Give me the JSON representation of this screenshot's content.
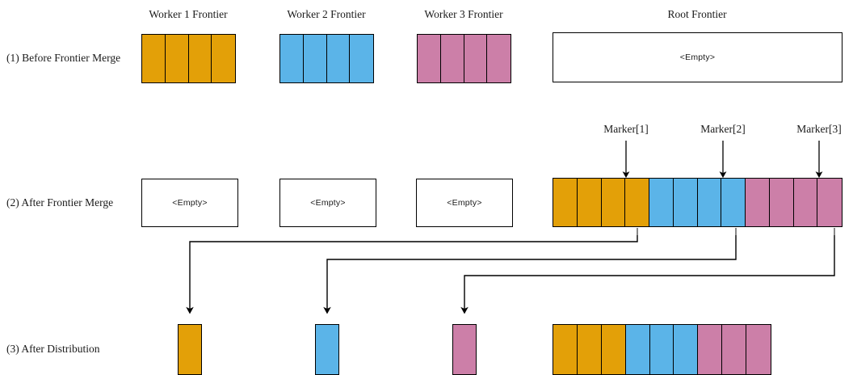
{
  "diagram": {
    "title_row_labels": [
      "(1) Before Frontier Merge",
      "(2) After Frontier Merge",
      "(3) After Distribution"
    ],
    "column_titles": [
      "Worker 1 Frontier",
      "Worker 2 Frontier",
      "Worker 3 Frontier",
      "Root Frontier"
    ],
    "empty_label": "<Empty>",
    "markers": [
      {
        "label": "Marker[1]"
      },
      {
        "label": "Marker[2]"
      },
      {
        "label": "Marker[3]"
      }
    ],
    "colors": {
      "orange": "#E3A008",
      "blue": "#5BB4E8",
      "pink": "#CC7FA8",
      "stroke": "#000000",
      "background": "#FFFFFF"
    },
    "row1": {
      "worker1_cells": 4,
      "worker1_color": "#E3A008",
      "worker2_cells": 4,
      "worker2_color": "#5BB4E8",
      "worker3_cells": 4,
      "worker3_color": "#CC7FA8",
      "root_state": "<Empty>"
    },
    "row2": {
      "worker1_state": "<Empty>",
      "worker2_state": "<Empty>",
      "worker3_state": "<Empty>",
      "root_segments": [
        {
          "color": "#E3A008",
          "cells": 4
        },
        {
          "color": "#5BB4E8",
          "cells": 4
        },
        {
          "color": "#CC7FA8",
          "cells": 4
        }
      ]
    },
    "row3": {
      "worker1_cells": 1,
      "worker1_color": "#E3A008",
      "worker2_cells": 1,
      "worker2_color": "#5BB4E8",
      "worker3_cells": 1,
      "worker3_color": "#CC7FA8",
      "root_segments": [
        {
          "color": "#E3A008",
          "cells": 3
        },
        {
          "color": "#5BB4E8",
          "cells": 3
        },
        {
          "color": "#CC7FA8",
          "cells": 3
        }
      ]
    }
  }
}
